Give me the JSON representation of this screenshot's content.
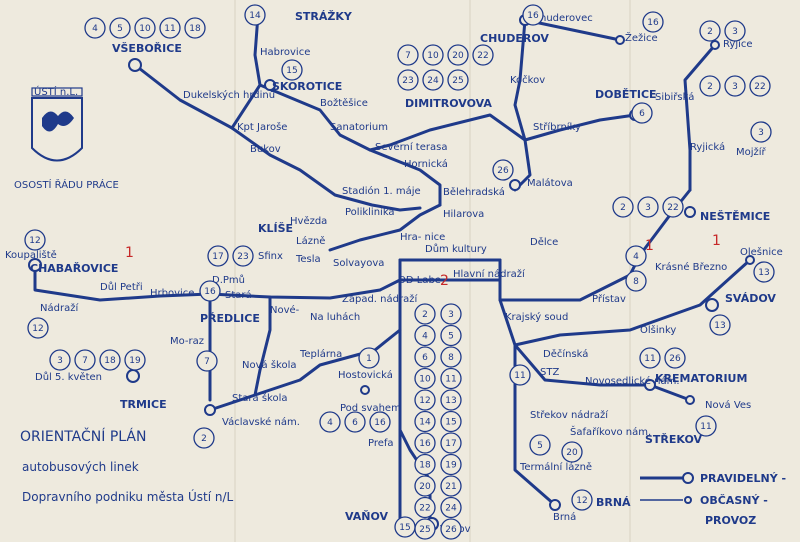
{
  "title_lines": [
    "ORIENTAČNÍ PLÁN",
    "autobusových linek",
    "Dopravního podniku města Ústí n/L"
  ],
  "legend": {
    "regular": "PRAVIDELNÝ -",
    "occasional": "OBČASNÝ -",
    "service": "PROVOZ"
  },
  "crest_label": "ÚSTÍ n.L.",
  "crest_sub": "OSOSTÍ ŘÁDU PRÁCE",
  "red_marks": [
    "1",
    "1",
    "2",
    "1"
  ],
  "districts": [
    "STRÁŽKY",
    "VŠEBOŘICE",
    "SKOROTICE",
    "CHUDEROV",
    "DIMITROVOVA",
    "DOBĚTICE",
    "NEŠTĚMICE",
    "KLÍŠE",
    "CHABAŘOVICE",
    "PŘEDLICE",
    "TRMICE",
    "STŘEKOV",
    "BRNÁ",
    "VAŇOV",
    "SVÁDOV",
    "KREMATORIUM"
  ],
  "stops": [
    "Habrovice",
    "Dukelských hrdinů",
    "Kpt Jaroše",
    "Božtěšice",
    "Sanatorium",
    "Severní terasa",
    "Hornická",
    "Bukov",
    "Stadión 1. máje",
    "Bělehradská",
    "Hilarova",
    "Poliklinika",
    "Hvězda",
    "Lázně",
    "Hra- nice",
    "Malátova",
    "Chuderovec",
    "Žežice",
    "Kočkov",
    "Stříbrníky",
    "Rýjice",
    "Sibiřská",
    "Ryjická",
    "Mojžíř",
    "Dům kultury",
    "Dělce",
    "Koupaliště",
    "Nádraží",
    "Důl Petři",
    "Hrbovice",
    "D.Pmů",
    "Stará",
    "Sfinx",
    "Tesla",
    "Solvayova",
    "OD Labe",
    "Hlavní nádraží",
    "Západ. nádraží",
    "Nové-",
    "Na luhách",
    "Přístav",
    "Krásné Březno",
    "Olešnice",
    "Olšinky",
    "Krajský soud",
    "Děčínská",
    "STZ",
    "Novosedlické nám.",
    "Nová Ves",
    "Důl 5. květen",
    "Mo-raz",
    "Nová škola",
    "Stará škola",
    "Václavské nám.",
    "Teplárna",
    "Hostovická",
    "Pod svahem",
    "Prefa",
    "Vaňov",
    "Střekov nádraží",
    "Šafaříkovo nám.",
    "Termální lázně",
    "Brná"
  ],
  "line_groups": {
    "vseborice": [
      "4",
      "5",
      "10",
      "11",
      "18"
    ],
    "strazky": [
      "14"
    ],
    "habrovice": [
      "15"
    ],
    "dimitrovova": [
      "7",
      "10",
      "20",
      "22",
      "23",
      "24",
      "25"
    ],
    "chuderov": [
      "16"
    ],
    "zezice": [
      "16"
    ],
    "rytice": [
      "2",
      "3"
    ],
    "sibirska": [
      "2",
      "3",
      "22"
    ],
    "mojzir": [
      "3"
    ],
    "dobetice": [
      "6"
    ],
    "malatova": [
      "26"
    ],
    "nestemice": [
      "2",
      "3",
      "22"
    ],
    "koupaliste": [
      "12"
    ],
    "nadrazi": [
      "12"
    ],
    "klise": [
      "17",
      "23"
    ],
    "stara": [
      "16"
    ],
    "krasne": [
      "4",
      "8"
    ],
    "olesnice": [
      "13"
    ],
    "svadov": [
      "13"
    ],
    "krematorium": [
      "11",
      "26"
    ],
    "novaves": [
      "11"
    ],
    "dul5": [
      "3",
      "7",
      "18",
      "19"
    ],
    "moraz": [
      "7"
    ],
    "vaclavske": [
      "2"
    ],
    "hostovicka": [
      "1"
    ],
    "podsvahem": [
      "4",
      "6",
      "16"
    ],
    "stz": [
      "11"
    ],
    "strekov": [
      "5"
    ],
    "safarik": [
      "20"
    ],
    "brna": [
      "12"
    ],
    "vanov": [
      "15"
    ],
    "grid": [
      "2",
      "3",
      "4",
      "5",
      "6",
      "8",
      "10",
      "11",
      "12",
      "13",
      "14",
      "15",
      "16",
      "17",
      "18",
      "19",
      "20",
      "21",
      "22",
      "24",
      "25",
      "26"
    ]
  },
  "colors": {
    "ink": "#1f3a8a",
    "paper": "#eeeade",
    "red": "#c62828"
  }
}
